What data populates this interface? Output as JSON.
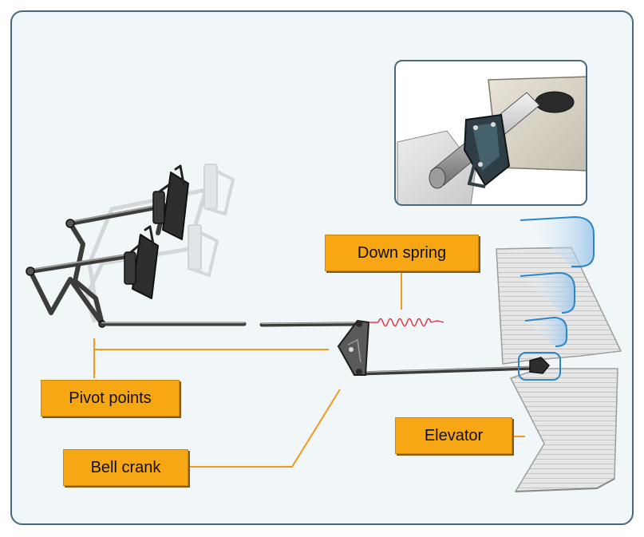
{
  "colors": {
    "panel_background": "#f1f6f8",
    "panel_border": "#47697d",
    "label_fill": "#f7a614",
    "leader_line": "#f39a1e",
    "spring": "#e0303c",
    "highlight": "#2c86c9"
  },
  "labels": {
    "down_spring": "Down spring",
    "pivot_points": "Pivot points",
    "bell_crank": "Bell crank",
    "elevator": "Elevator"
  }
}
